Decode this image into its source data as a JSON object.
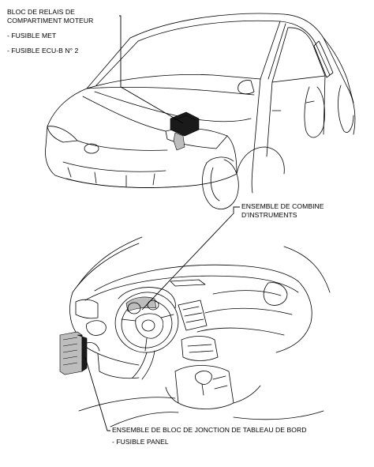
{
  "callouts": {
    "engine_relay_block": {
      "title_line1": "BLOC DE RELAIS DE",
      "title_line2": "COMPARTIMENT MOTEUR",
      "items": [
        "- FUSIBLE MET",
        "- FUSIBLE ECU-B N° 2"
      ]
    },
    "instrument_cluster": {
      "title_line1": "ENSEMBLE DE COMBINE",
      "title_line2": "D'INSTRUMENTS"
    },
    "junction_block": {
      "title_line1": "ENSEMBLE DE BLOC DE JONCTION DE TABLEAU DE BORD",
      "items": [
        "- FUSIBLE PANEL"
      ]
    }
  }
}
